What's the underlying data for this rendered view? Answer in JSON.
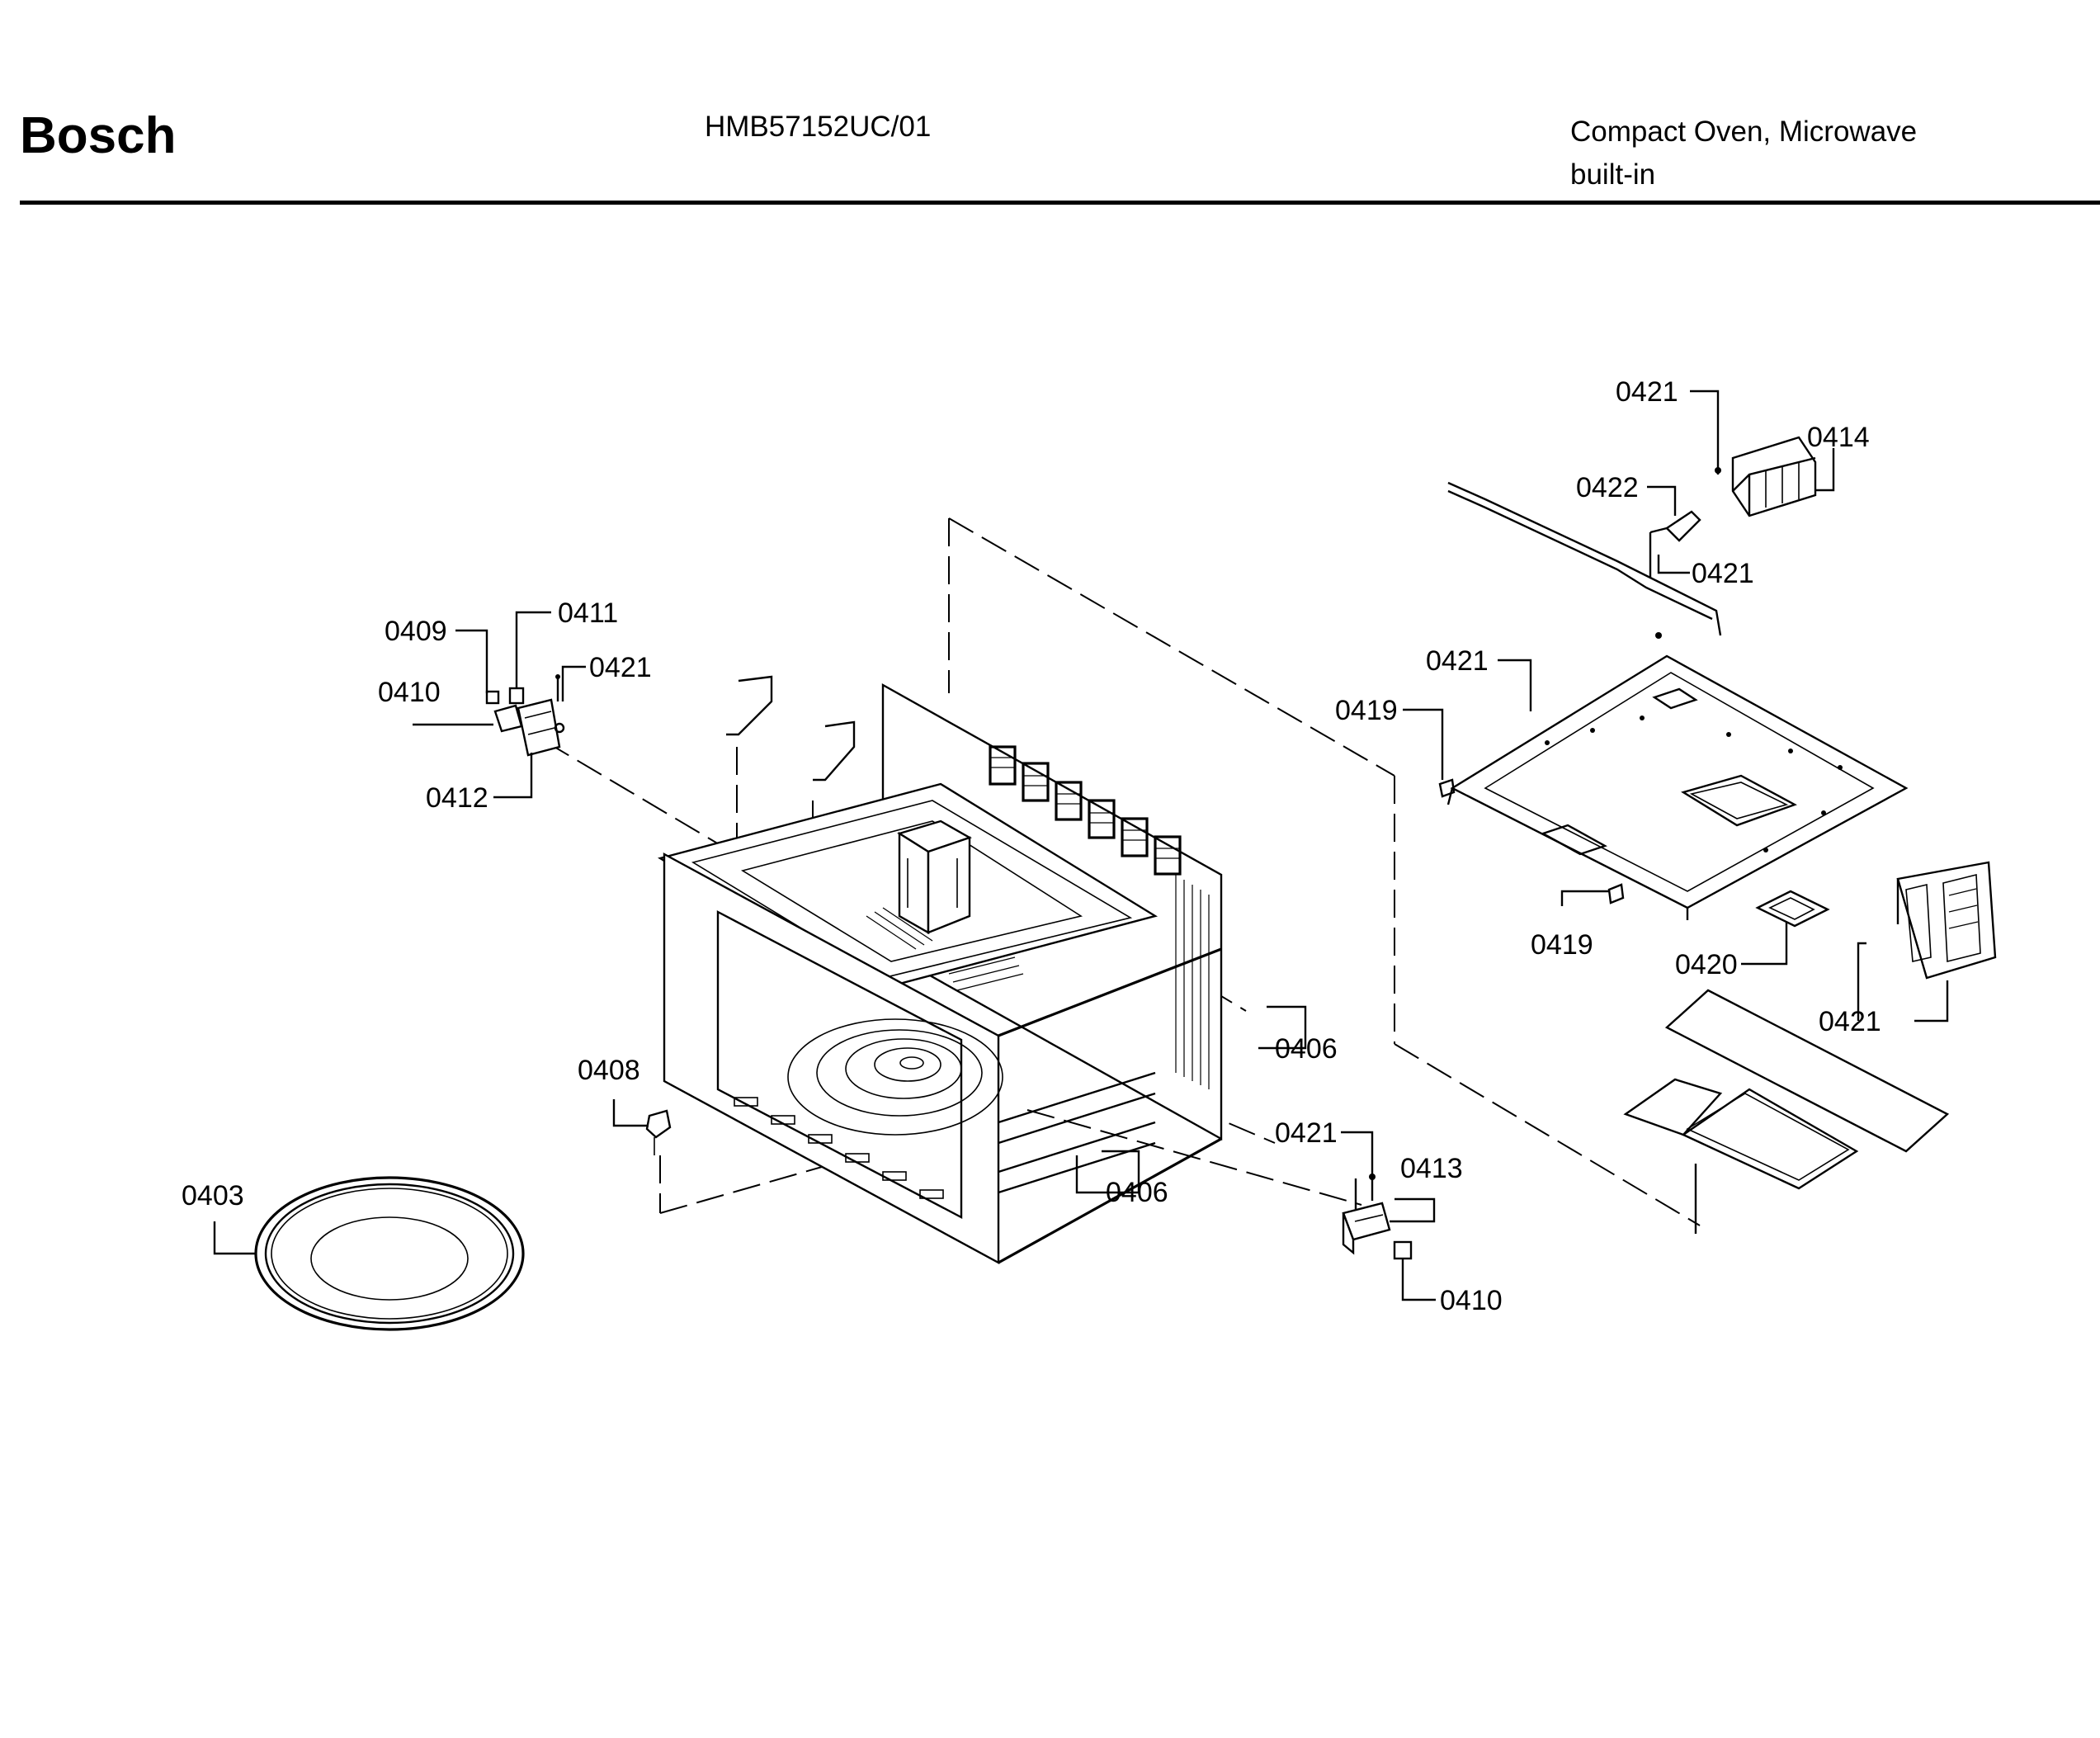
{
  "header": {
    "brand": "Bosch",
    "model": "HMB57152UC/01",
    "description_line1": "Compact Oven, Microwave",
    "description_line2": "built-in"
  },
  "callouts": {
    "c0403": "0403",
    "c0406a": "0406",
    "c0406b": "0406",
    "c0408": "0408",
    "c0409": "0409",
    "c0410a": "0410",
    "c0410b": "0410",
    "c0411": "0411",
    "c0412": "0412",
    "c0413": "0413",
    "c0414": "0414",
    "c0419a": "0419",
    "c0419b": "0419",
    "c0420": "0420",
    "c0421a": "0421",
    "c0421b": "0421",
    "c0421c": "0421",
    "c0421d": "0421",
    "c0421e": "0421",
    "c0421f": "0421",
    "c0422": "0422"
  }
}
